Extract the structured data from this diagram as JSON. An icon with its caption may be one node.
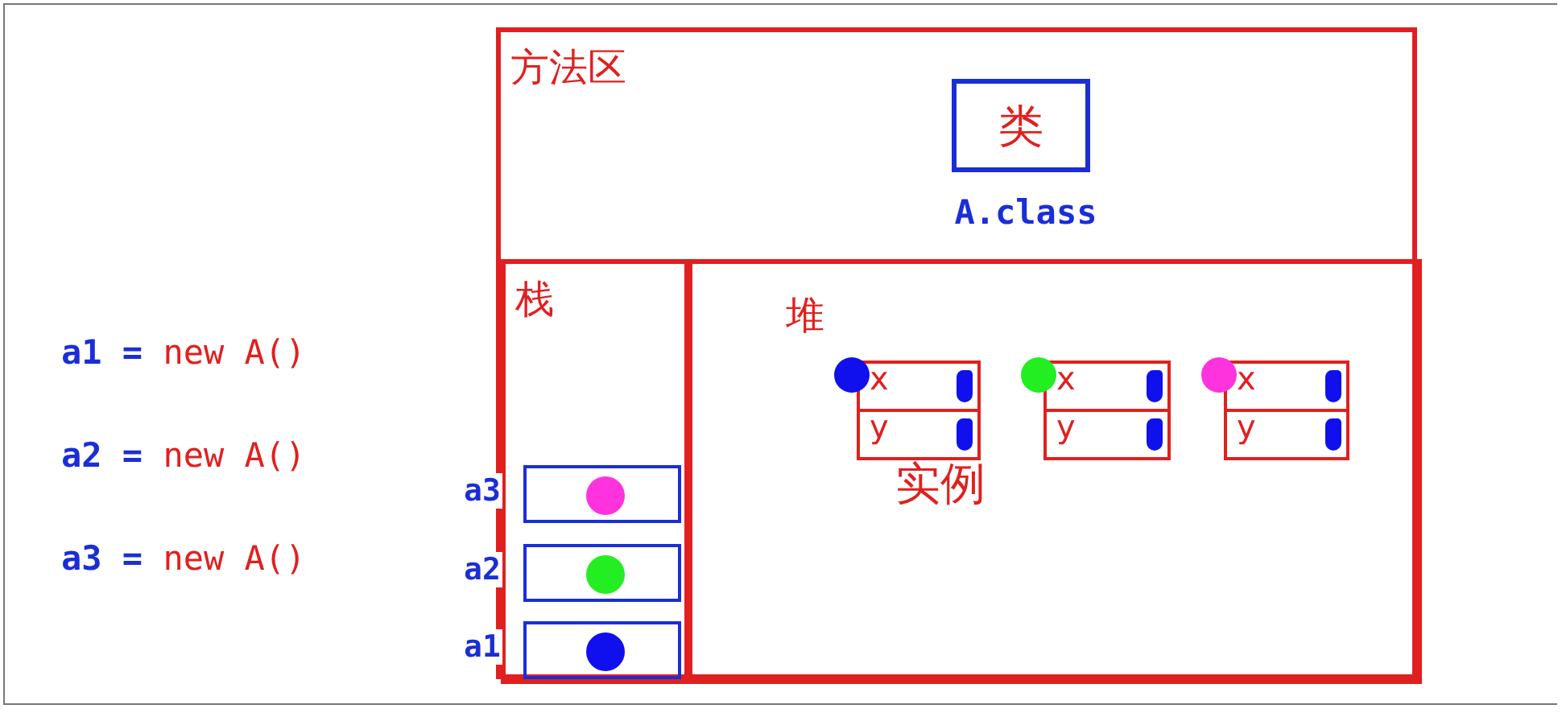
{
  "diagram": {
    "nodes": [
      {
        "text": [
          "方法区"
        ]
      },
      {
        "text": [
          "类"
        ],
        "in": 0,
        "beside": [
          "A.class"
        ]
      },
      {
        "text": [
          "栈"
        ],
        "in": 0
      },
      {
        "text": [
          "堆"
        ],
        "in": 0
      },
      {
        "text": [],
        "shape": "box",
        "in": 2,
        "beside": [
          "a3"
        ]
      },
      {
        "text": [],
        "shape": "box",
        "in": 2,
        "beside": [
          "a2"
        ]
      },
      {
        "text": [],
        "shape": "box",
        "in": 2,
        "beside": [
          "a1"
        ]
      },
      {
        "text": [
          "x",
          "y"
        ],
        "in": 3
      },
      {
        "text": [
          "x",
          "y"
        ],
        "in": 3
      },
      {
        "text": [
          "x",
          "y"
        ],
        "in": 3
      }
    ],
    "edges": [],
    "labels": [
      "a1 = new A()",
      "a2 = new A()",
      "a3 = new A()",
      "实例"
    ]
  }
}
